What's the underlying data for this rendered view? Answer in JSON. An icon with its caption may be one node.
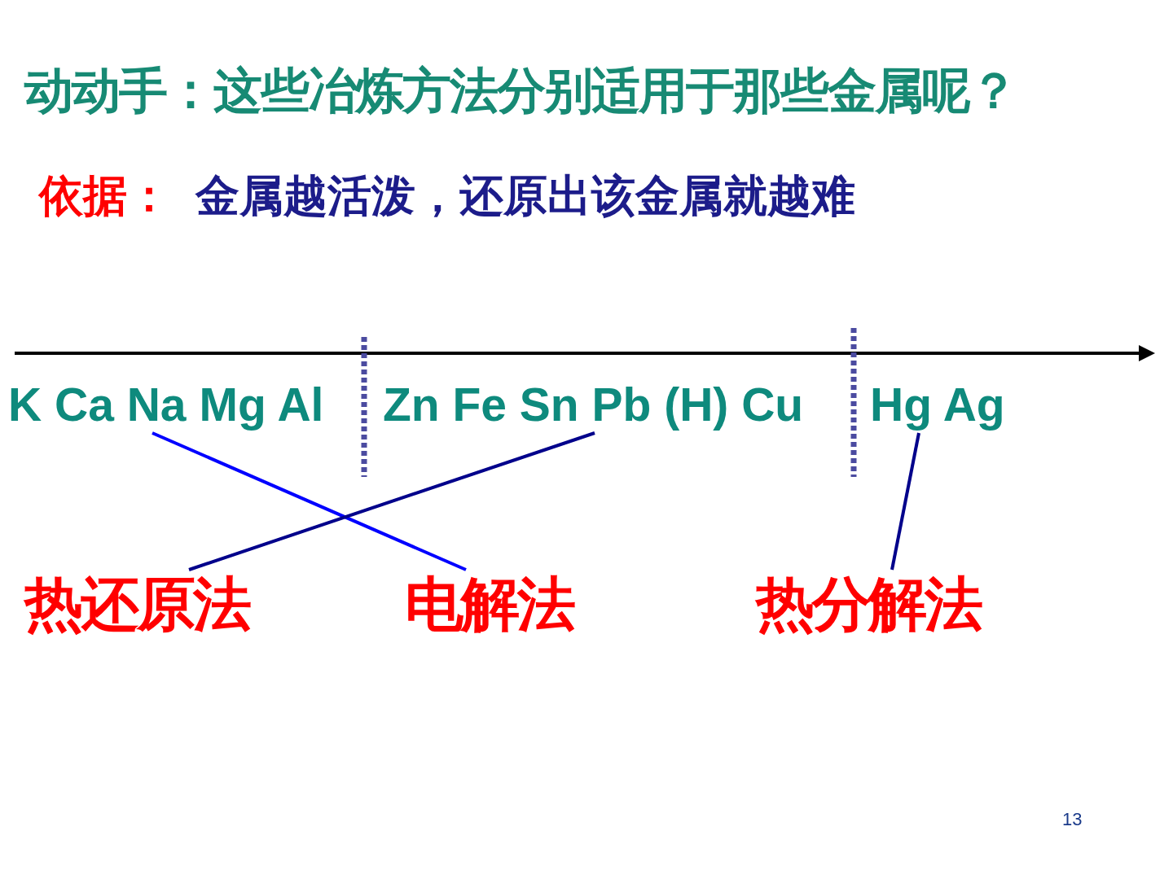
{
  "diagram": {
    "title": "动动手：这些冶炼方法分别适用于那些金属呢？",
    "nodes": [
      {
        "text": [
          "K Ca Na Mg Al"
        ]
      },
      {
        "text": [
          "Zn Fe Sn Pb (H) Cu"
        ]
      },
      {
        "text": [
          "Hg Ag"
        ]
      },
      {
        "text": [
          "热还原法"
        ]
      },
      {
        "text": [
          "电解法"
        ]
      },
      {
        "text": [
          "热分解法"
        ]
      }
    ],
    "edges": [
      {
        "from": 0,
        "to": 4,
        "arrow": "none",
        "color": "#0000ff"
      },
      {
        "from": 1,
        "to": 3,
        "arrow": "none"
      },
      {
        "from": 2,
        "to": 5,
        "arrow": "none"
      }
    ],
    "labels": [
      "依据：",
      "金属越活泼，还原出该金属就越难",
      "13"
    ]
  }
}
